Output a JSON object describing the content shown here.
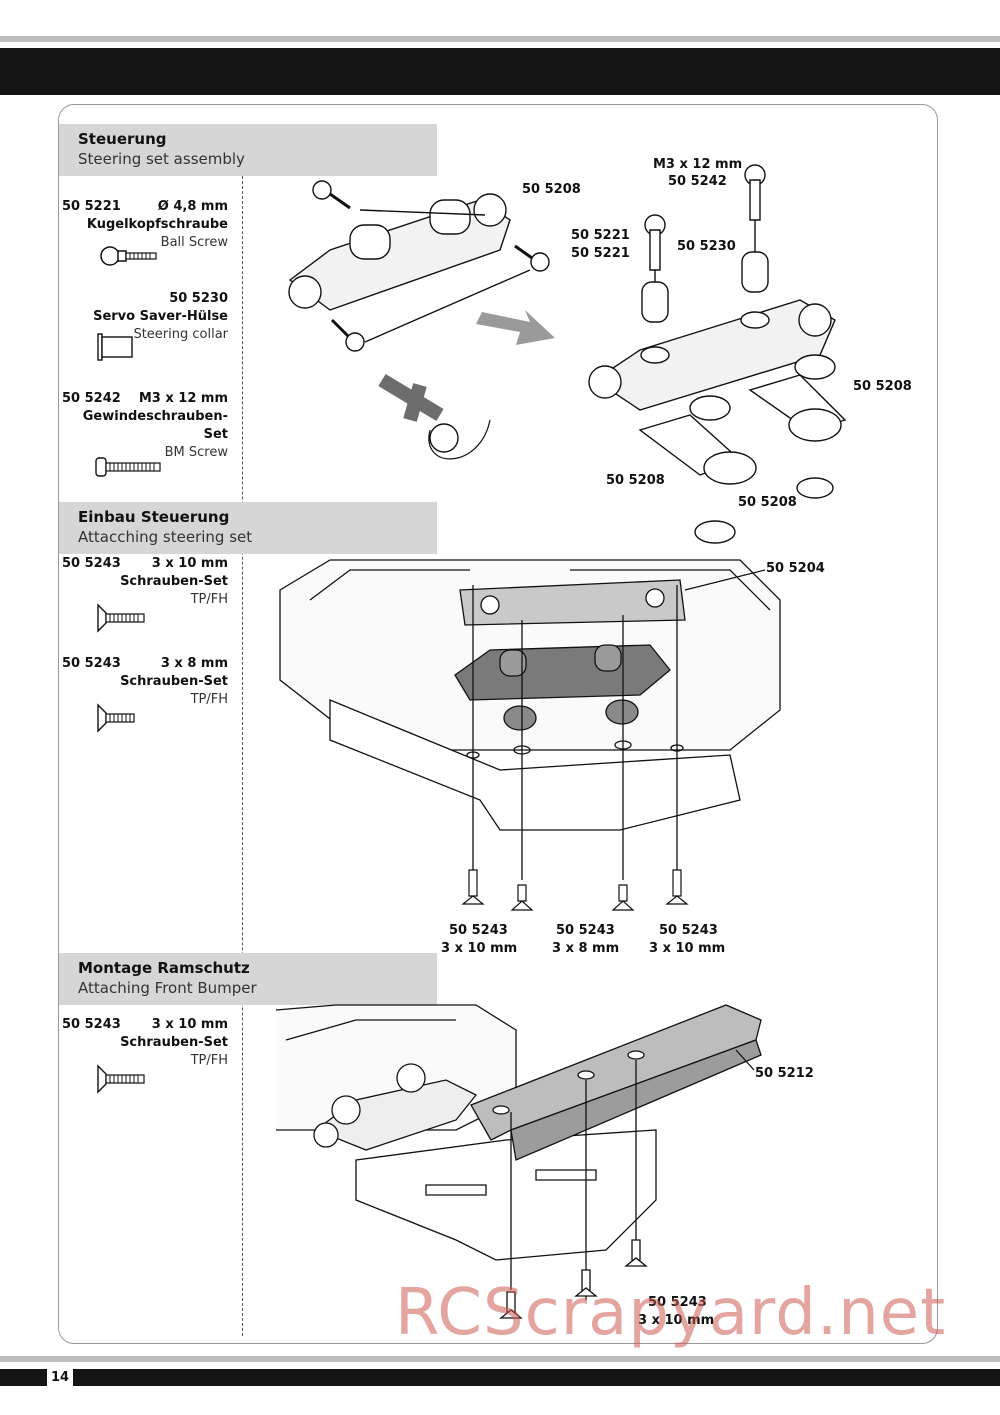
{
  "page_number": "14",
  "watermark": "RCScrapyard.net",
  "sections": [
    {
      "title_de": "Steuerung",
      "title_en": "Steering set assembly",
      "parts": [
        {
          "number": "50 5221",
          "size": "Ø 4,8 mm",
          "name_de": "Kugelkopfschraube",
          "name_en": "Ball Screw",
          "icon": "ball-screw-icon"
        },
        {
          "number": "50 5230",
          "size": "",
          "name_de": "Servo Saver-Hülse",
          "name_en": "Steering collar",
          "icon": "steering-collar-icon"
        },
        {
          "number": "50 5242",
          "size": "M3 x 12 mm",
          "name_de": "Gewindeschrauben-Set",
          "name_en": "BM Screw",
          "icon": "bm-screw-icon"
        }
      ],
      "callouts": [
        "50 5208",
        "50 5221",
        "50 5221",
        "M3 x 12 mm",
        "50 5242",
        "50 5230",
        "50 5208",
        "50 5208",
        "50 5208"
      ]
    },
    {
      "title_de": "Einbau Steuerung",
      "title_en": "Attacching steering set",
      "parts": [
        {
          "number": "50 5243",
          "size": "3 x 10 mm",
          "name_de": "Schrauben-Set",
          "name_en": "TP/FH",
          "icon": "countersunk-screw-icon"
        },
        {
          "number": "50 5243",
          "size": "3 x 8 mm",
          "name_de": "Schrauben-Set",
          "name_en": "TP/FH",
          "icon": "countersunk-screw-icon"
        }
      ],
      "callouts": [
        "50 5204",
        "50 5243",
        "3 x 10 mm",
        "50 5243",
        "3 x 8 mm",
        "50 5243",
        "3 x 10 mm"
      ]
    },
    {
      "title_de": "Montage Ramschutz",
      "title_en": "Attaching Front Bumper",
      "parts": [
        {
          "number": "50 5243",
          "size": "3 x 10 mm",
          "name_de": "Schrauben-Set",
          "name_en": "TP/FH",
          "icon": "countersunk-screw-icon"
        }
      ],
      "callouts": [
        "50 5212",
        "50 5243",
        "3 x 10 mm"
      ]
    }
  ]
}
